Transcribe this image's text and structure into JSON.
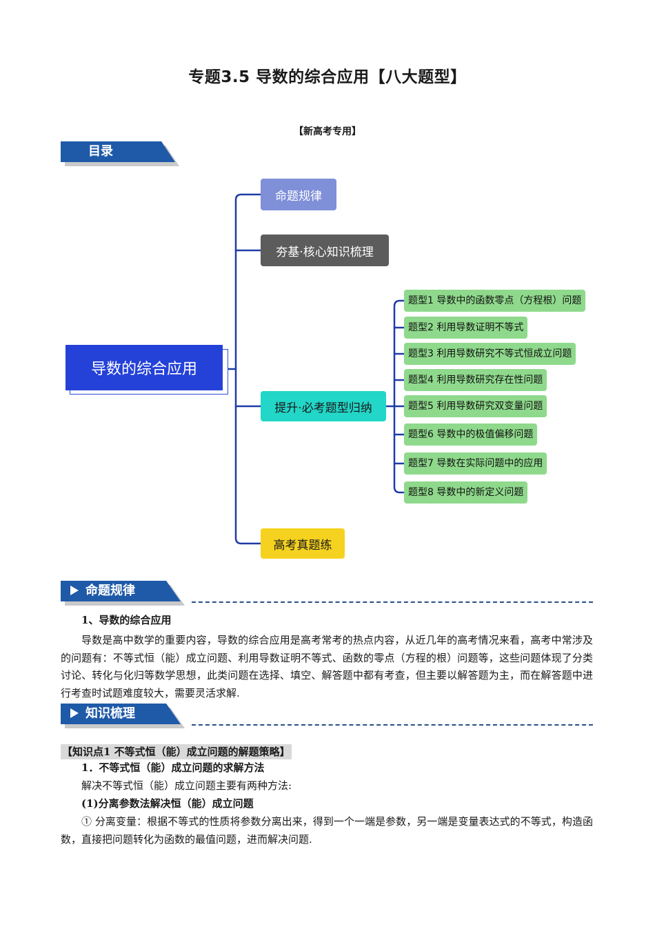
{
  "title": "专题3.5 导数的综合应用【八大题型】",
  "subtitle": "【新高考专用】",
  "banners": {
    "toc": "目录",
    "rules": "命题规律",
    "knowledge": "知识梳理"
  },
  "mindmap": {
    "root": "导数的综合应用",
    "branches": {
      "b1": "命题规律",
      "b2": "夯基·核心知识梳理",
      "b3": "提升·必考题型归纳",
      "b4": "高考真题练"
    },
    "branch_colors": {
      "b1": "#7f8fd8",
      "b2": "#5c5c5c",
      "b3": "#22d6c8",
      "b4": "#f5d21f",
      "root": "#2441d8",
      "leaf": "#8fd98c",
      "lines": "#1f3ba8"
    },
    "leaves": [
      "题型1 导数中的函数零点（方程根）问题",
      "题型2 利用导数证明不等式",
      "题型3 利用导数研究不等式恒成立问题",
      "题型4 利用导数研究存在性问题",
      "题型5 利用导数研究双变量问题",
      "题型6 导数中的极值偏移问题",
      "题型7 导数在实际问题中的应用",
      "题型8 导数中的新定义问题"
    ]
  },
  "rules_section": {
    "heading": "1、导数的综合应用",
    "paragraph": "导数是高中数学的重要内容，导数的综合应用是高考常考的热点内容，从近几年的高考情况来看，高考中常涉及的问题有：不等式恒（能）成立问题、利用导数证明不等式、函数的零点（方程的根）问题等，这些问题体现了分类讨论、转化与化归等数学思想，此类问题在选择、填空、解答题中都有考查，但主要以解答题为主，而在解答题中进行考查时试题难度较大，需要灵活求解."
  },
  "knowledge_section": {
    "point_label": "【知识点1 不等式恒（能）成立问题的解题策略】",
    "h1": "1．不等式恒（能）成立问题的求解方法",
    "line1": "解决不等式恒（能）成立问题主要有两种方法:",
    "h2": "(1)分离参数法解决恒（能）成立问题",
    "paragraph": "① 分离变量：根据不等式的性质将参数分离出来，得到一个一端是参数，另一端是变量表达式的不等式，构造函数，直接把问题转化为函数的最值问题，进而解决问题."
  }
}
